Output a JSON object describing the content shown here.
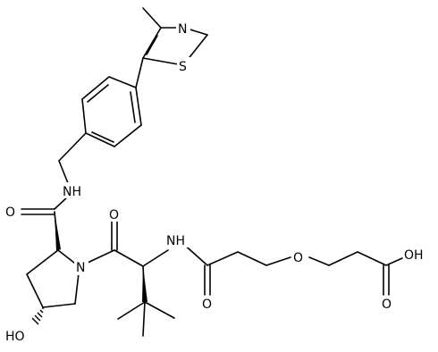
{
  "atom_labels": {
    "n_thiazole": "N",
    "s_thiazole": "S",
    "nh_amide_top": "NH",
    "o_amide_left": "O",
    "o_ketone": "O",
    "nh_amide_mid": "NH",
    "n_pyrrolidine": "N",
    "o_amide_linker": "O",
    "o_ether": "O",
    "oh_acid": "OH",
    "o_acid": "O",
    "ho_hydroxyl": "HO"
  }
}
